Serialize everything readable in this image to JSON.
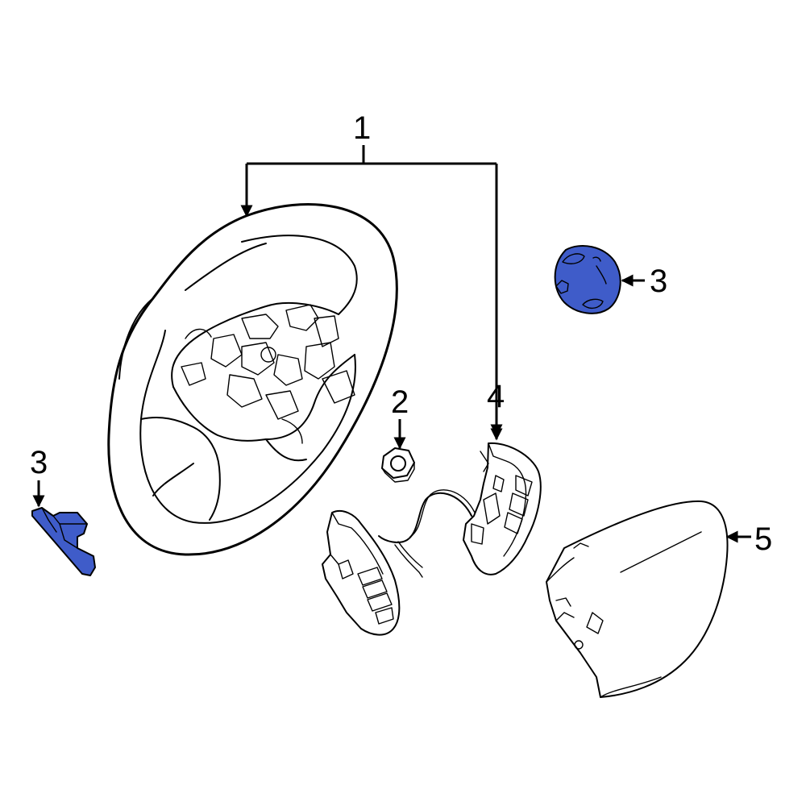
{
  "callouts": {
    "c1": "1",
    "c2": "2",
    "c3_right": "3",
    "c3_left": "3",
    "c4": "4",
    "c5": "5"
  },
  "colors": {
    "highlight": "#3f5cc9",
    "line": "#000000",
    "background": "#ffffff"
  }
}
